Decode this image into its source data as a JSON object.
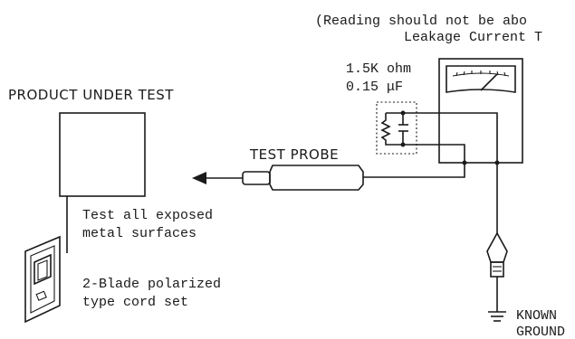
{
  "labels": {
    "reading_line1": "(Reading should not be abo",
    "reading_line2": "Leakage Current T",
    "resistance": "1.5K ohm",
    "capacitance": "0.15 μF",
    "product_under_test": "PRODUCT UNDER TEST",
    "test_probe": "TEST PROBE",
    "exposed_line1": "Test all exposed",
    "exposed_line2": "metal surfaces",
    "cord_line1": "2-Blade polarized",
    "cord_line2": "type cord set",
    "ground_line1": "KNOWN",
    "ground_line2": "GROUND"
  },
  "icons": {
    "meter": "analog-meter-icon",
    "rc_network": "resistor-capacitor-network-icon",
    "probe": "test-probe-icon",
    "outlet": "wall-outlet-icon",
    "plug": "ground-plug-icon",
    "ground": "earth-ground-icon"
  }
}
